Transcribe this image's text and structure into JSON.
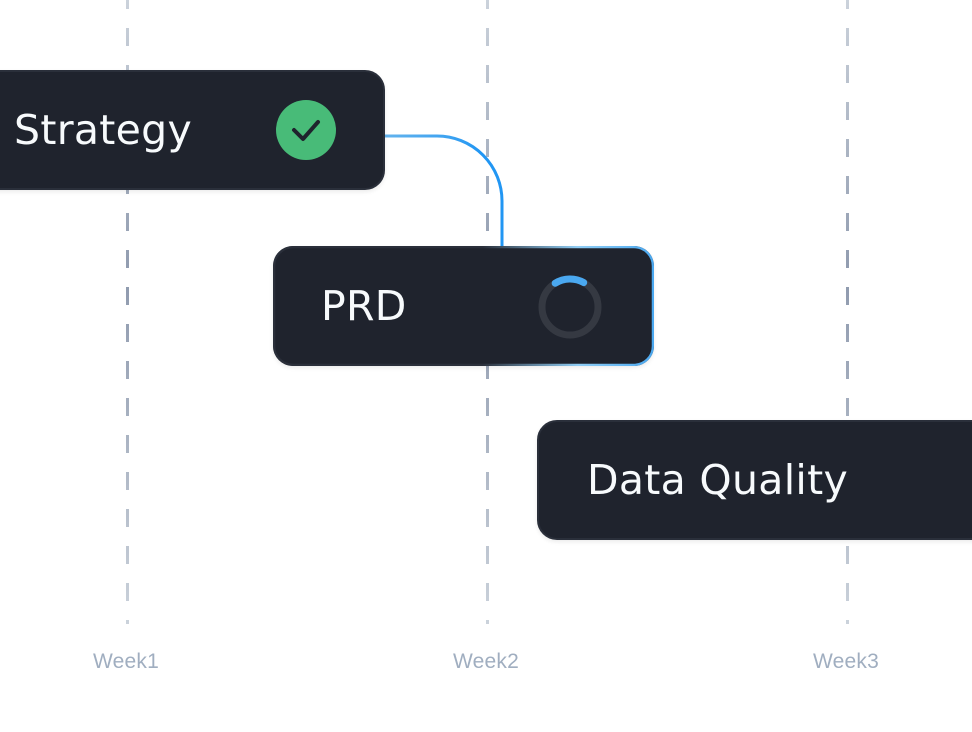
{
  "timeline": {
    "weeks": [
      {
        "label": "Week1"
      },
      {
        "label": "Week2"
      },
      {
        "label": "Week3"
      }
    ]
  },
  "tasks": [
    {
      "name": "Strategy",
      "status": "complete",
      "status_icon": "check-circle-icon"
    },
    {
      "name": "PRD",
      "status": "in-progress",
      "status_icon": "spinner-icon",
      "progress": 0.17
    },
    {
      "name": "Data Quality",
      "status": "pending"
    }
  ],
  "dependencies": [
    {
      "from": "Strategy",
      "to": "PRD"
    }
  ],
  "colors": {
    "card_bg": "#1F232D",
    "card_text": "#F7FAFC",
    "complete": "#48BB78",
    "accent_blue": "#2196F3",
    "accent_light_blue": "#63B3ED",
    "spinner_track": "#353942",
    "grid_line": "#A0AEC0",
    "week_label": "#A0AEC0"
  }
}
